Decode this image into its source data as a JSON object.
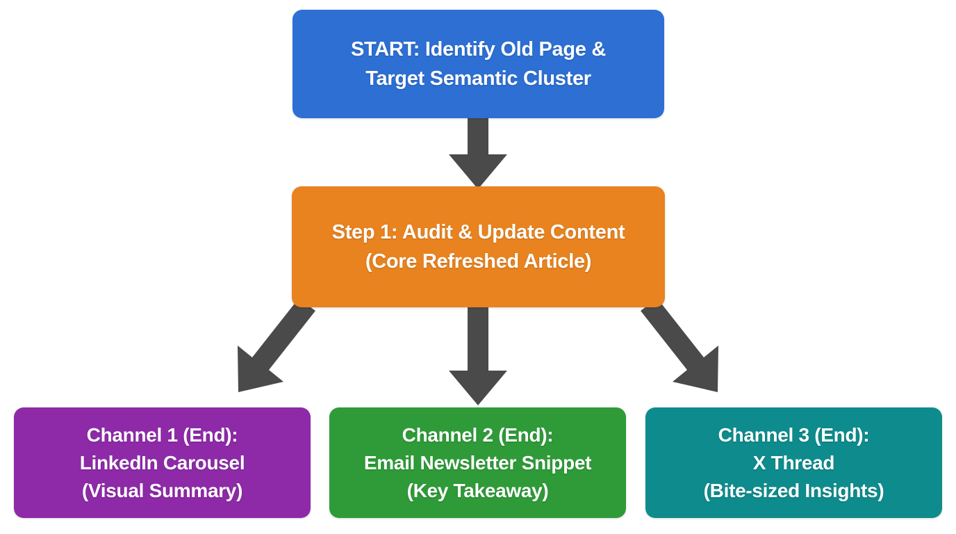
{
  "colors": {
    "background": "#ffffff",
    "arrow": "#4a4a4a",
    "node_text": "#ffffff",
    "node_start_fill": "#2d6fd3",
    "node_step1_fill": "#e8831f",
    "node_channel1_fill": "#8e2aa8",
    "node_channel2_fill": "#2e9b38",
    "node_channel3_fill": "#0e8c8d"
  },
  "flowchart": {
    "nodes": [
      {
        "id": "start",
        "fill": "#2d6fd3",
        "lines": [
          "START: Identify Old Page &",
          "Target Semantic Cluster"
        ]
      },
      {
        "id": "step1",
        "fill": "#e8831f",
        "lines": [
          "Step 1: Audit & Update Content",
          "(Core Refreshed Article)"
        ]
      },
      {
        "id": "channel1",
        "fill": "#8e2aa8",
        "lines": [
          "Channel 1 (End):",
          "LinkedIn Carousel",
          "(Visual Summary)"
        ]
      },
      {
        "id": "channel2",
        "fill": "#2e9b38",
        "lines": [
          "Channel 2 (End):",
          "Email Newsletter Snippet",
          "(Key Takeaway)"
        ]
      },
      {
        "id": "channel3",
        "fill": "#0e8c8d",
        "lines": [
          "Channel 3 (End):",
          "X Thread",
          "(Bite-sized Insights)"
        ]
      }
    ],
    "connections": [
      {
        "from": "start",
        "to": "step1"
      },
      {
        "from": "step1",
        "to": "channel1"
      },
      {
        "from": "step1",
        "to": "channel2"
      },
      {
        "from": "step1",
        "to": "channel3"
      }
    ],
    "arrow_color": "#4a4a4a"
  }
}
